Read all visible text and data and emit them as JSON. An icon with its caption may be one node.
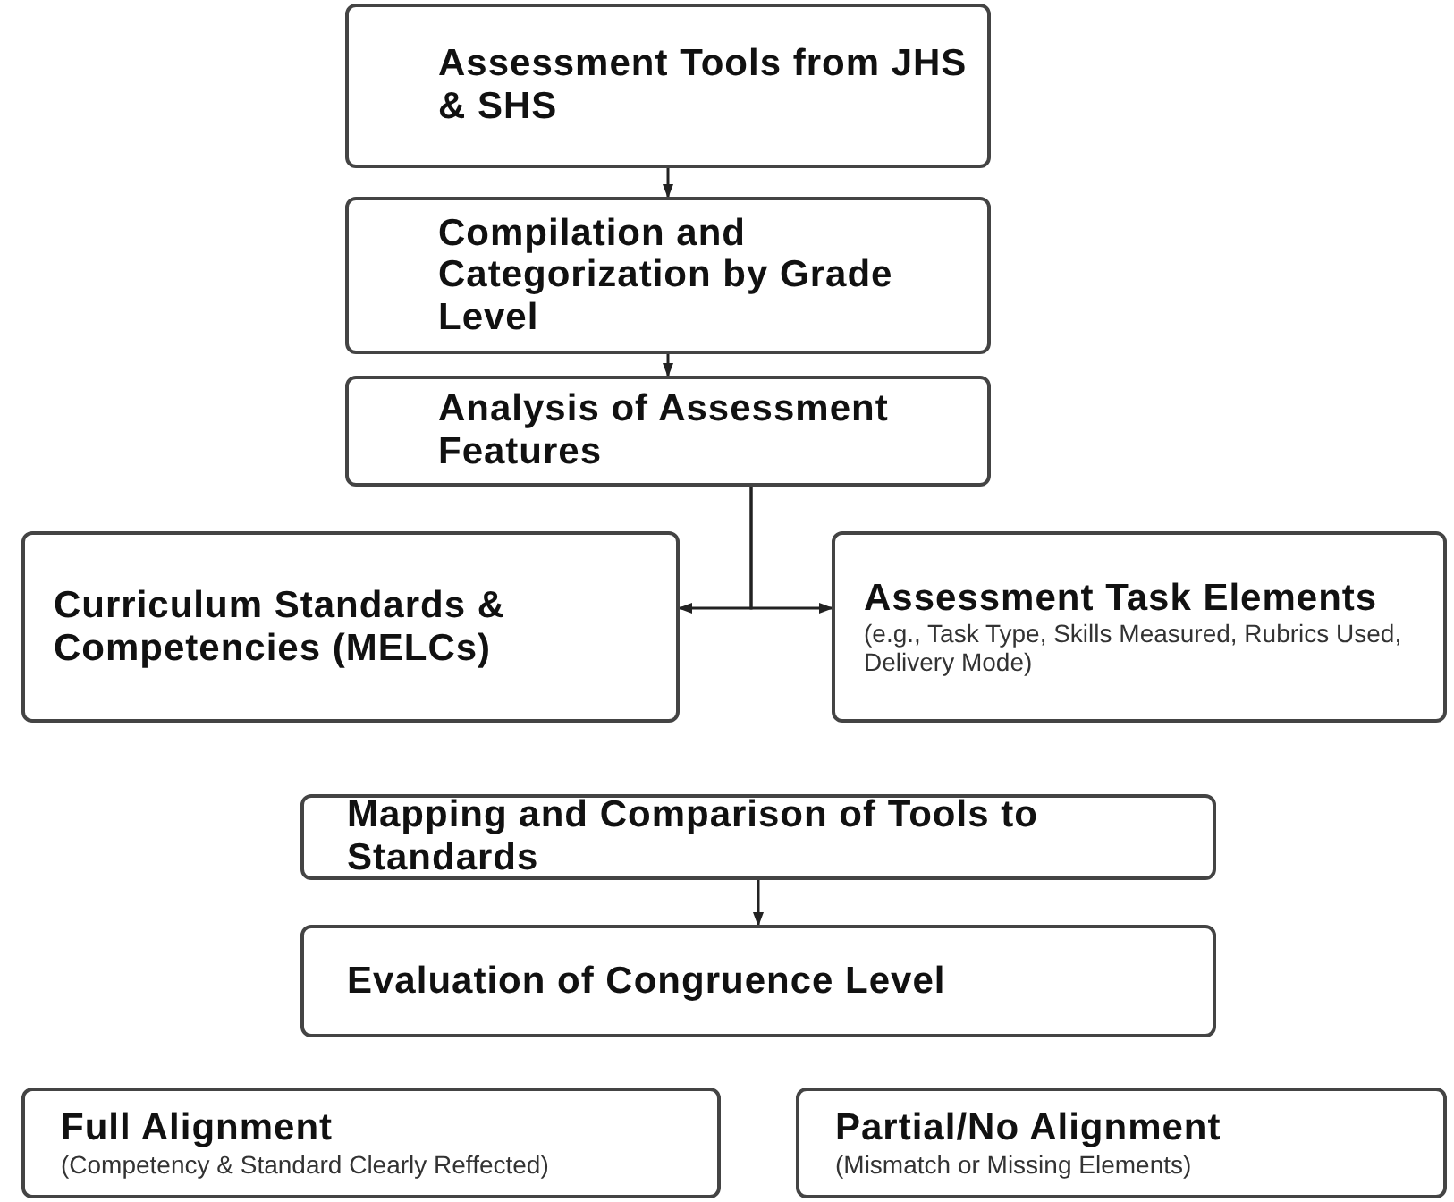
{
  "diagram": {
    "nodes": [
      {
        "text": [
          "Assessment Tools from JHS & SHS"
        ]
      },
      {
        "text": [
          "Compilation and Categorization by Grade Level"
        ]
      },
      {
        "text": [
          "Analysis of Assessment Features"
        ]
      },
      {
        "text": [
          "Curriculum Standards & Competencies (MELCs)"
        ]
      },
      {
        "text": [
          "Assessment Task Elements",
          "(e.g., Task Type, Skills Measured, Rubrics Used, Delivery Mode)"
        ]
      },
      {
        "text": [
          "Mapping and Comparison of Tools to Standards"
        ]
      },
      {
        "text": [
          "Evaluation of Congruence Level"
        ]
      },
      {
        "text": [
          "Full Alignment",
          "(Competency & Standard Clearly Reffected)"
        ]
      },
      {
        "text": [
          "Partial/No Alignment",
          "(Mismatch or Missing Elements)"
        ]
      }
    ],
    "edges": [
      {
        "from": 0,
        "to": 1,
        "arrow": "to"
      },
      {
        "from": 1,
        "to": 2,
        "arrow": "to"
      },
      {
        "from": 2,
        "to": 3,
        "arrow": "to"
      },
      {
        "from": 2,
        "to": 4,
        "arrow": "to"
      },
      {
        "from": 5,
        "to": 6,
        "arrow": "to"
      }
    ]
  }
}
